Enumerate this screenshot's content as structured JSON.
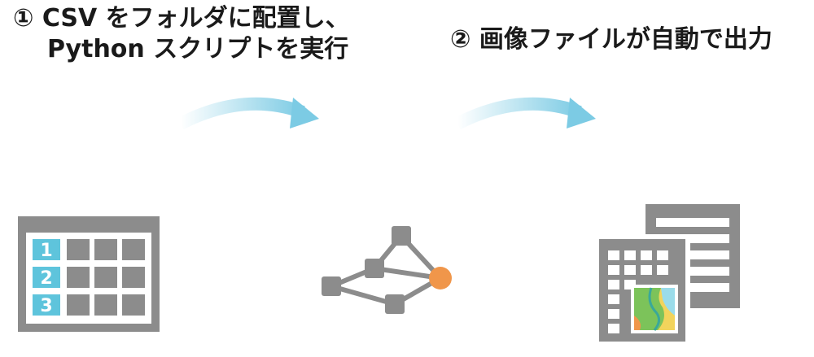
{
  "step1": {
    "line1": "① CSV をフォルダに配置し、",
    "line2": "Python スクリプトを実行"
  },
  "step2": {
    "line1": "② 画像ファイルが自動で出力"
  },
  "table_row_numbers": [
    "1",
    "2",
    "3"
  ],
  "colors": {
    "gray": "#8c8c8c",
    "blue": "#5ec4dc",
    "orange": "#f0964a",
    "arrow": "#7ccbe4",
    "text": "#1a1a1a"
  },
  "icons": {
    "table": "csv-table-icon",
    "script": "python-script-network-icon",
    "output": "image-file-output-icon"
  }
}
